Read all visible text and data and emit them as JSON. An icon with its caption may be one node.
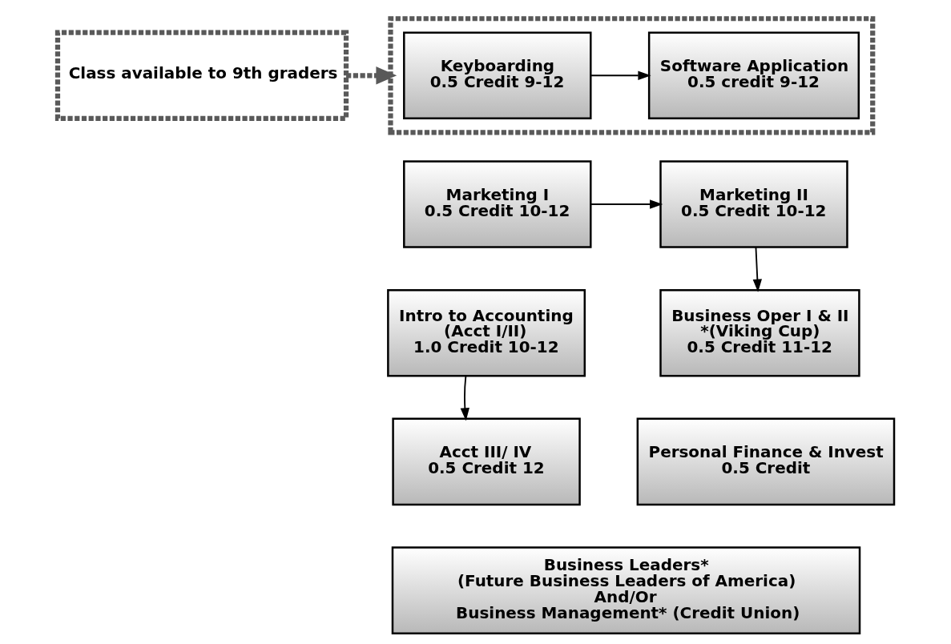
{
  "diagram": {
    "nodes": [
      {
        "text": [
          "Class available to 9th graders"
        ]
      },
      {
        "text": [],
        "shape": "box"
      },
      {
        "text": [
          "Keyboarding",
          "0.5 Credit 9-12"
        ],
        "in": 1
      },
      {
        "text": [
          "Software Application",
          "0.5 credit 9-12"
        ],
        "in": 1
      },
      {
        "text": [
          "Marketing I",
          "0.5 Credit 10-12"
        ]
      },
      {
        "text": [
          "Marketing II",
          "0.5 Credit 10-12"
        ]
      },
      {
        "text": [
          "Intro to Accounting",
          "(Acct I/II)",
          "1.0 Credit 10-12"
        ]
      },
      {
        "text": [
          "Business Oper I & II",
          "*(Viking Cup)",
          "0.5 Credit 11-12"
        ]
      },
      {
        "text": [
          "Acct III/ IV",
          "0.5 Credit 12"
        ]
      },
      {
        "text": [
          "Personal Finance & Invest",
          "0.5 Credit"
        ]
      },
      {
        "text": [
          "Business Leaders*",
          "(Future Business Leaders of America)",
          "And/Or",
          "Business Management* (Credit Union)"
        ]
      }
    ],
    "edges": [
      {
        "from": 0,
        "to": 1,
        "arrow": "to",
        "style": "dashed",
        "color": "#595959"
      },
      {
        "from": 2,
        "to": 3,
        "arrow": "to"
      },
      {
        "from": 4,
        "to": 5,
        "arrow": "to"
      },
      {
        "from": 5,
        "to": 7,
        "arrow": "to"
      },
      {
        "from": 6,
        "to": 8,
        "arrow": "to"
      }
    ]
  }
}
